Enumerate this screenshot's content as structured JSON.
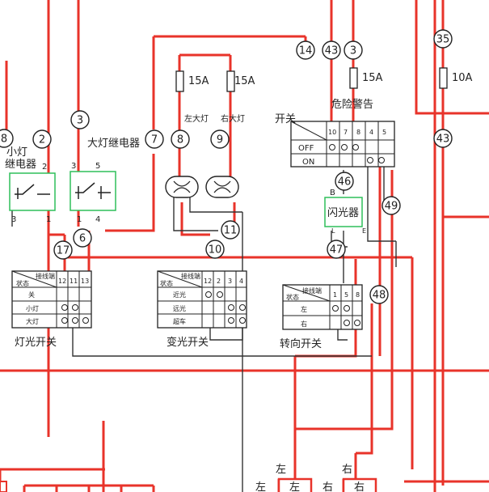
{
  "nodes": [
    {
      "id": "n8a",
      "label": "8"
    },
    {
      "id": "n2",
      "label": "2"
    },
    {
      "id": "n3",
      "label": "3"
    },
    {
      "id": "n7",
      "label": "7"
    },
    {
      "id": "n8b",
      "label": "8"
    },
    {
      "id": "n9",
      "label": "9"
    },
    {
      "id": "n14",
      "label": "14"
    },
    {
      "id": "n43a",
      "label": "43"
    },
    {
      "id": "n3b",
      "label": "3"
    },
    {
      "id": "n35",
      "label": "35"
    },
    {
      "id": "n43b",
      "label": "43"
    },
    {
      "id": "n46",
      "label": "46"
    },
    {
      "id": "n49",
      "label": "49"
    },
    {
      "id": "n11",
      "label": "11"
    },
    {
      "id": "n10",
      "label": "10"
    },
    {
      "id": "n17",
      "label": "17"
    },
    {
      "id": "n6",
      "label": "6"
    },
    {
      "id": "n47",
      "label": "47"
    },
    {
      "id": "n48",
      "label": "48"
    }
  ],
  "fuses": {
    "f1": "15A",
    "f2": "15A",
    "f3": "15A",
    "f4": "10A"
  },
  "labels": {
    "small_light_relay_1": "小灯",
    "small_light_relay_2": "继电器",
    "headlight_relay": "大灯继电器",
    "left_headlight": "左大灯",
    "right_headlight": "右大灯",
    "hazard_switch_1": "危险警告",
    "hazard_switch_2": "开关",
    "flasher": "闪光器",
    "light_switch": "灯光开关",
    "dimmer_switch": "变光开关",
    "turn_switch": "转向开关",
    "left": "左",
    "right": "右",
    "off": "OFF",
    "on": "ON",
    "pin_b": "B",
    "pin_l": "L",
    "pin_e": "E",
    "relay_pin_2": "2",
    "relay_pin_3a": "3",
    "relay_pin_1a": "1",
    "relay_pin_3b": "3",
    "relay_pin_5": "5",
    "relay_pin_1b": "1",
    "relay_pin_4": "4",
    "tb_header": "接线端",
    "tb_state": "状态",
    "ls_row_off": "关",
    "ls_row_small": "小灯",
    "ls_row_big": "大灯",
    "ds_row_near": "近光",
    "ds_row_far": "远光",
    "ds_row_flash": "超车",
    "ts_row_left": "左",
    "ts_row_right": "右",
    "hz_cols": [
      "10",
      "7",
      "8",
      "4",
      "5"
    ],
    "ls_cols": [
      "12",
      "11",
      "13"
    ],
    "ds_cols": [
      "12",
      "2",
      "3",
      "4"
    ],
    "ts_cols": [
      "1",
      "5",
      "8"
    ],
    "bottom_left": "左",
    "bottom_right": "右",
    "bottom_box_l1": "左",
    "bottom_box_l2": "左",
    "bottom_box_r1": "右",
    "bottom_box_r2": "右"
  },
  "colors": {
    "wire_power": "#e8332a",
    "wire_signal": "#333333",
    "relay_frame": "#2fbf5a"
  }
}
